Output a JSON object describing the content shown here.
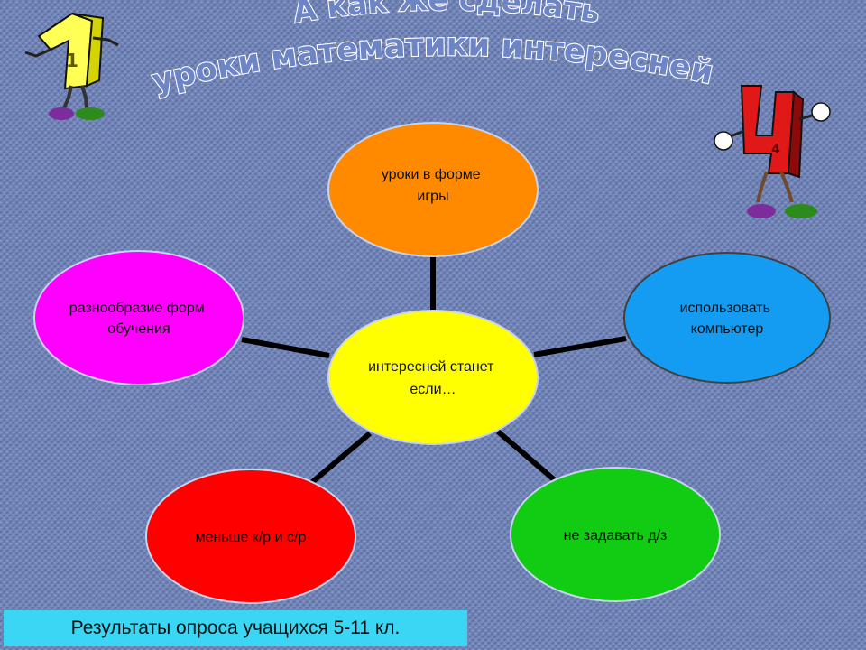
{
  "title": {
    "line1": "А как же сделать",
    "line2": "уроки математики интересней"
  },
  "center": {
    "line1": "интересней станет",
    "line2": "если…",
    "color": "#ffff00"
  },
  "nodes": {
    "top": {
      "lines": [
        "уроки в форме",
        "игры"
      ],
      "color": "#ff8a00"
    },
    "right": {
      "lines": [
        "использовать",
        "компьютер"
      ],
      "color": "#149cf2"
    },
    "bottom_right": {
      "lines": [
        "не задавать д/з"
      ],
      "color": "#12cc14"
    },
    "bottom_left": {
      "lines": [
        "меньше к/р и с/р"
      ],
      "color": "#ff0000"
    },
    "left": {
      "lines": [
        "разнообразие форм",
        "обучения"
      ],
      "color": "#ff00ff"
    }
  },
  "mascots": {
    "left": {
      "icon": "number-one-mascot-icon",
      "digit": "1"
    },
    "right": {
      "icon": "number-four-mascot-icon",
      "digit": "4"
    }
  },
  "footer": "Результаты опроса учащихся 5-11 кл."
}
